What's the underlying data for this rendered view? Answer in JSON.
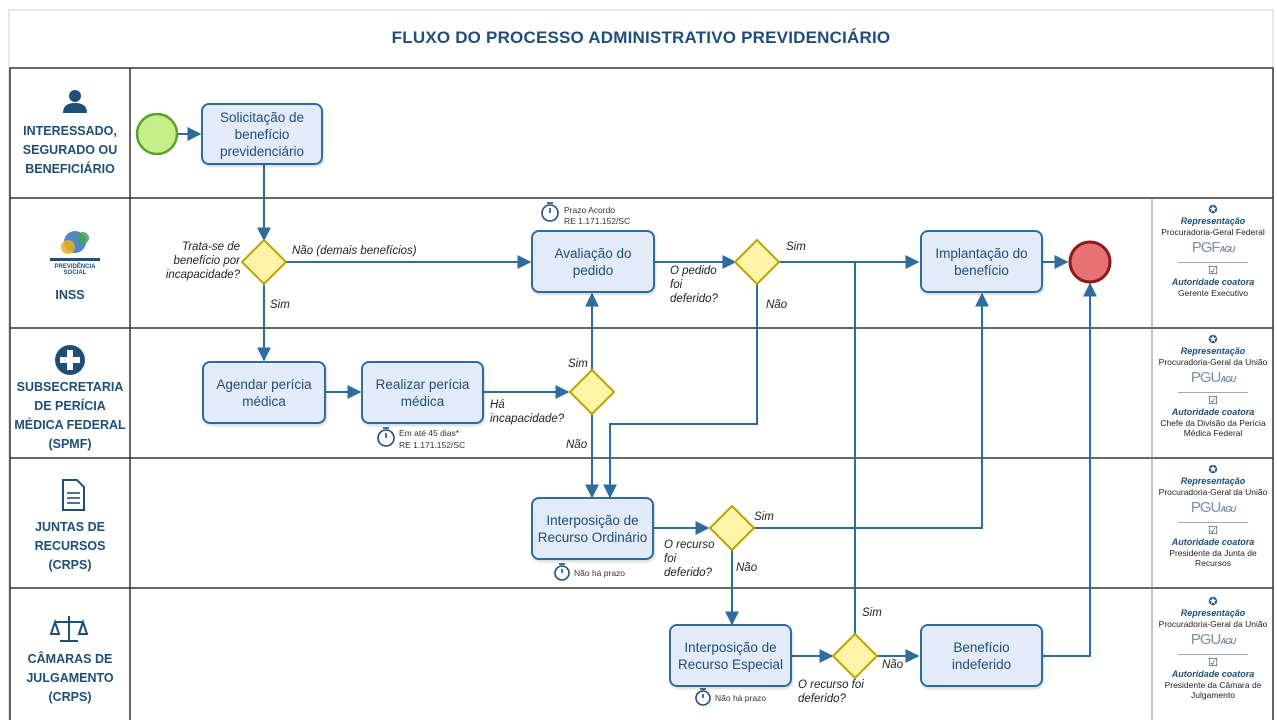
{
  "title": "FLUXO DO PROCESSO ADMINISTRATIVO PREVIDENCIÁRIO",
  "lanes": [
    {
      "label": "INTERESSADO, SEGURADO OU BENEFICIÁRIO",
      "icon": "person-icon"
    },
    {
      "label": "INSS",
      "icon": "previdencia-social-logo",
      "logo_text": "PREVIDÊNCIA SOCIAL"
    },
    {
      "label": "SUBSECRETARIA DE PERÍCIA MÉDICA FEDERAL (SPMF)",
      "icon": "medical-cross-icon"
    },
    {
      "label": "JUNTAS DE RECURSOS (CRPS)",
      "icon": "document-icon"
    },
    {
      "label": "CÂMARAS DE JULGAMENTO (CRPS)",
      "icon": "scales-icon"
    }
  ],
  "tasks": {
    "solicitacao": "Solicitação de benefício previdenciário",
    "avaliacao": "Avaliação do pedido",
    "implantacao": "Implantação do benefício",
    "agendar": "Agendar perícia médica",
    "realizar": "Realizar perícia médica",
    "recurso_ordinario": "Interposição de Recurso Ordinário",
    "recurso_especial": "Interposição de Recurso Especial",
    "indeferido": "Benefício indeferido"
  },
  "gateways": {
    "incapacidade_q": "Trata-se de benefício por incapacidade?",
    "nao_demais": "Não (demais benefícios)",
    "sim_1": "Sim",
    "pedido_q": "O pedido foi deferido?",
    "sim_2": "Sim",
    "nao_2": "Não",
    "ha_incap_q": "Há incapacidade?",
    "sim_3": "Sim",
    "nao_3": "Não",
    "recurso_q": "O recurso foi deferido?",
    "sim_4": "Sim",
    "nao_4": "Não",
    "recurso_esp_q": "O recurso foi deferido?",
    "sim_5": "Sim",
    "nao_5": "Não"
  },
  "timers": {
    "prazo_acordo_1": "Prazo Acordo",
    "prazo_acordo_2": "RE 1.171.152/SC",
    "pericia_1": "Em até 45 dias*",
    "pericia_2": "RE 1.171.152/SC",
    "ordinario": "Não há prazo",
    "especial": "Não há prazo"
  },
  "representation": [
    {
      "title": "Representação",
      "org": "Procuradoria-Geral Federal",
      "logo": "PGF",
      "agu": "AGU",
      "auth_title": "Autoridade coatora",
      "auth": "Gerente Executivo"
    },
    {
      "title": "Representação",
      "org": "Procuradoria-Geral da União",
      "logo": "PGU",
      "agu": "AGU",
      "auth_title": "Autoridade coatora",
      "auth": "Chefe da Divisão da Perícia Médica Federal"
    },
    {
      "title": "Representação",
      "org": "Procuradoria-Geral da União",
      "logo": "PGU",
      "agu": "AGU",
      "auth_title": "Autoridade coatora",
      "auth": "Presidente da Junta de Recursos"
    },
    {
      "title": "Representação",
      "org": "Procuradoria-Geral da União",
      "logo": "PGU",
      "agu": "AGU",
      "auth_title": "Autoridade coatora",
      "auth": "Presidente da Câmara de Julgamento"
    }
  ],
  "colors": {
    "lane_border": "#333333",
    "task_border": "#2e6c9c",
    "task_fill": "#e2ebf7",
    "text_blue": "#1f4e79",
    "start_fill": "#c6ef8a",
    "end_fill": "#e57373",
    "gateway_fill": "#fff3a8",
    "flow": "#2e6c9c"
  }
}
